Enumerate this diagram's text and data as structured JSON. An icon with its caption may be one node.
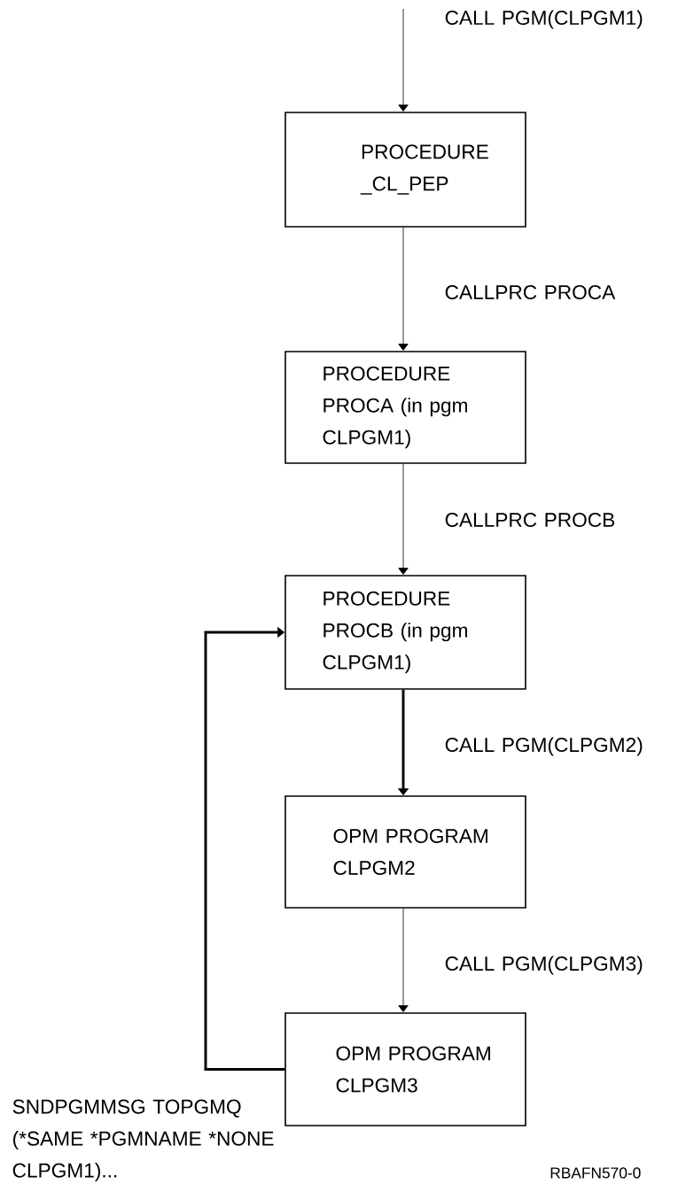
{
  "diagram": {
    "nodes": [
      {
        "text": [
          "PROCEDURE _CL_PEP"
        ]
      },
      {
        "text": [
          "PROCEDURE PROCA (in pgm CLPGM1)"
        ]
      },
      {
        "text": [
          "PROCEDURE PROCB (in pgm CLPGM1)"
        ]
      },
      {
        "text": [
          "OPM PROGRAM CLPGM2"
        ]
      },
      {
        "text": [
          "OPM PROGRAM CLPGM3"
        ]
      }
    ],
    "edges": [
      {
        "from": null,
        "to": 0,
        "arrow": "to",
        "label": "CALL PGM(CLPGM1)"
      },
      {
        "from": 0,
        "to": 1,
        "arrow": "to",
        "label": "CALLPRC PROCA"
      },
      {
        "from": 1,
        "to": 2,
        "arrow": "to",
        "label": "CALLPRC PROCB"
      },
      {
        "from": 2,
        "to": 3,
        "arrow": "to",
        "label": "CALL PGM(CLPGM2)",
        "style": "thick"
      },
      {
        "from": 3,
        "to": 4,
        "arrow": "to",
        "label": "CALL PGM(CLPGM3)"
      },
      {
        "from": 4,
        "to": 2,
        "arrow": "to",
        "label": "SNDPGMMSG TOPGMQ (*SAME *PGMNAME *NONE CLPGM1)...",
        "style": "thick"
      }
    ],
    "labels": [
      "RBAFN570-0"
    ]
  }
}
